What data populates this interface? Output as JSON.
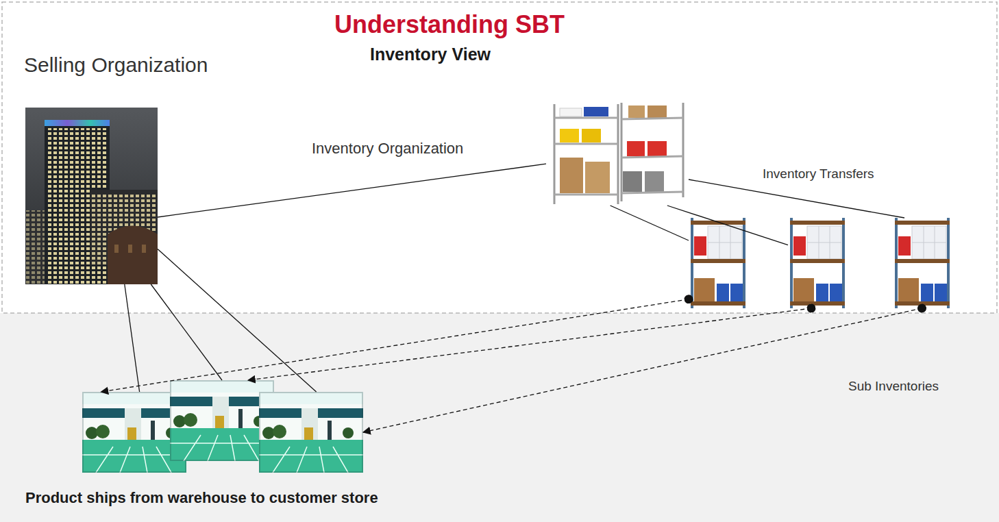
{
  "diagram": {
    "title": "Understanding SBT",
    "nodes": [
      {
        "text": [
          "Selling Organization"
        ]
      },
      {
        "text": [
          "Inventory Organization"
        ]
      },
      {
        "text": []
      },
      {
        "text": []
      },
      {
        "text": []
      },
      {
        "text": []
      },
      {
        "text": []
      },
      {
        "text": []
      }
    ],
    "edges": [
      {
        "from": 0,
        "to": 1,
        "arrow": "none"
      },
      {
        "from": 1,
        "to": 2,
        "arrow": "none"
      },
      {
        "from": 1,
        "to": 3,
        "arrow": "none"
      },
      {
        "from": 1,
        "to": 4,
        "arrow": "none"
      },
      {
        "from": 0,
        "to": 5,
        "arrow": "none"
      },
      {
        "from": 0,
        "to": 6,
        "arrow": "none"
      },
      {
        "from": 0,
        "to": 7,
        "arrow": "none"
      },
      {
        "from": 2,
        "to": 5,
        "arrow": "to"
      },
      {
        "from": 3,
        "to": 6,
        "arrow": "to"
      },
      {
        "from": 4,
        "to": 7,
        "arrow": "to"
      }
    ],
    "labels": [
      "Inventory View",
      "Inventory Transfers",
      "Sub Inventories",
      "Product ships from warehouse to customer store"
    ]
  }
}
